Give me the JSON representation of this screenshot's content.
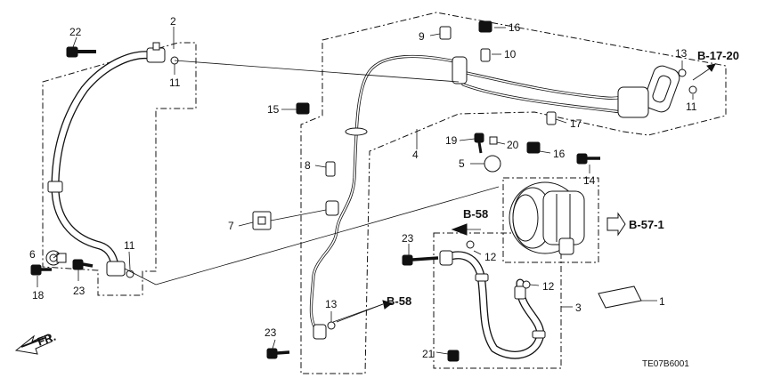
{
  "diagram": {
    "code": "TE07B6001",
    "front_label": "FR.",
    "refs": {
      "b1720": "B-17-20",
      "b571": "B-57-1",
      "b58_top": "B-58",
      "b58_bottom": "B-58"
    },
    "callouts": {
      "c1": "1",
      "c2": "2",
      "c3": "3",
      "c4": "4",
      "c5": "5",
      "c6": "6",
      "c7": "7",
      "c8": "8",
      "c9": "9",
      "c10": "10",
      "c11a": "11",
      "c11b": "11",
      "c11c": "11",
      "c12a": "12",
      "c12b": "12",
      "c13a": "13",
      "c13b": "13",
      "c14": "14",
      "c15": "15",
      "c16a": "16",
      "c16b": "16",
      "c17": "17",
      "c18": "18",
      "c19": "19",
      "c20": "20",
      "c21": "21",
      "c22": "22",
      "c23a": "23",
      "c23b": "23",
      "c23c": "23"
    }
  }
}
